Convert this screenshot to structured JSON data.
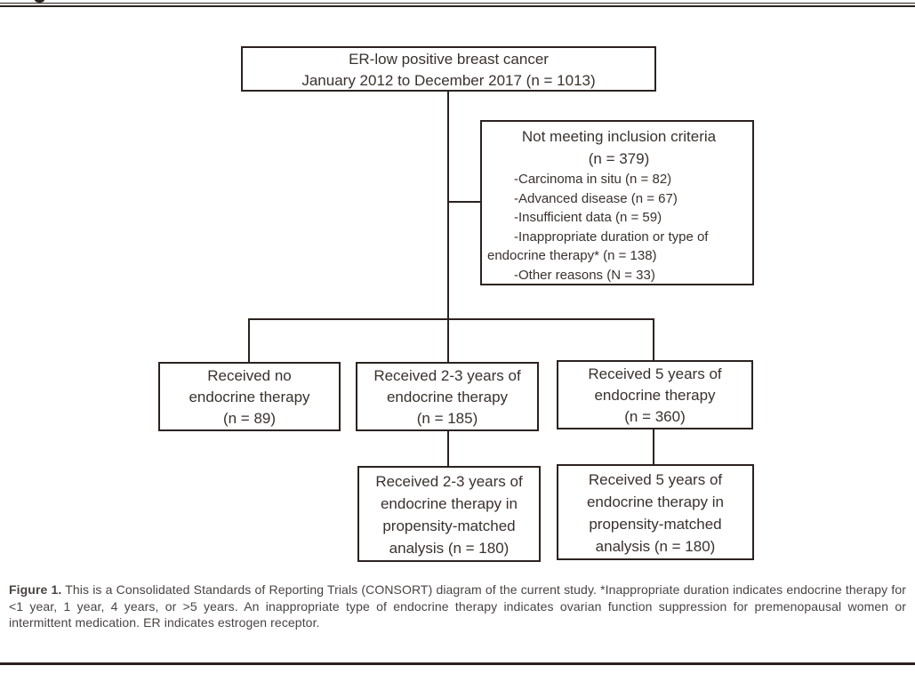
{
  "figure": {
    "caption_label": "Figure 1.",
    "caption_text": "This is a Consolidated Standards of Reporting Trials (CONSORT) diagram of the current study. *Inappropriate duration indicates endocrine therapy for <1 year, 1 year, 4 years, or >5 years. An inappropriate type of endocrine therapy indicates ovarian function suppression for premenopausal women or intermittent medication. ER indicates estrogen receptor."
  },
  "flowchart": {
    "top_box": {
      "line1": "ER-low positive breast cancer",
      "line2": "January 2012 to December 2017 (n = 1013)"
    },
    "exclusion_box": {
      "title": "Not meeting inclusion criteria",
      "subtitle": "(n = 379)",
      "items": [
        "-Carcinoma in situ (n = 82)",
        "-Advanced disease (n = 67)",
        "-Insufficient data (n = 59)",
        "-Inappropriate duration or type of endocrine therapy* (n = 138)",
        "-Other reasons (N = 33)"
      ]
    },
    "arm_boxes": [
      {
        "line1": "Received no",
        "line2": "endocrine therapy",
        "line3": "(n = 89)"
      },
      {
        "line1": "Received 2-3 years of",
        "line2": "endocrine therapy",
        "line3": "(n = 185)"
      },
      {
        "line1": "Received 5 years of",
        "line2": "endocrine therapy",
        "line3": "(n = 360)"
      }
    ],
    "matched_boxes": [
      {
        "line1": "Received 2-3 years of",
        "line2": "endocrine therapy in",
        "line3": "propensity-matched",
        "line4": "analysis (n = 180)"
      },
      {
        "line1": "Received 5 years of",
        "line2": "endocrine therapy in",
        "line3": "propensity-matched",
        "line4": "analysis (n = 180)"
      }
    ]
  },
  "colors": {
    "line": "#2b2220",
    "diagram_text": "#3a312e",
    "caption_text": "#4a4341",
    "background": "#ffffff"
  }
}
